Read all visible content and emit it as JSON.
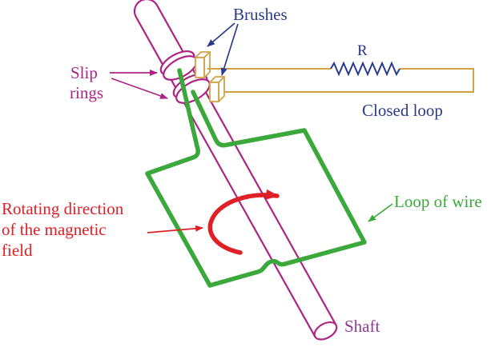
{
  "figure": {
    "title": "AC generator with slip rings diagram",
    "labels": {
      "brushes": "Brushes",
      "slip_rings_line1": "Slip",
      "slip_rings_line2": "rings",
      "resistor": "R",
      "closed_loop": "Closed loop",
      "loop_of_wire": "Loop of wire",
      "rotating_line1": "Rotating direction",
      "rotating_line2": "of the magnetic",
      "rotating_line3": "field",
      "shaft": "Shaft"
    },
    "colors": {
      "magenta": "#AC2484",
      "purple": "#8E3A98",
      "green": "#3BA83B",
      "gold": "#D2A245",
      "blue": "#2A3A8D",
      "red": "#DF2026",
      "background": "#FFFFFF"
    }
  }
}
